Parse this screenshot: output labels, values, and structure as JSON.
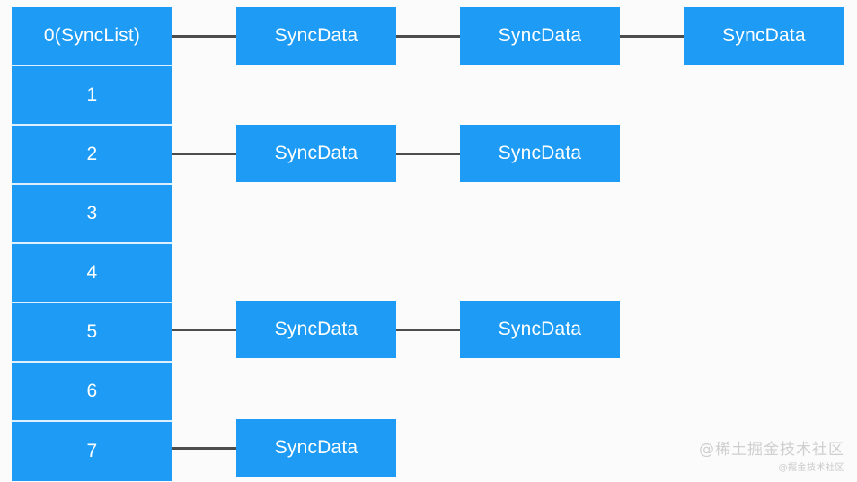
{
  "diagram": {
    "title": "SyncList hash bucket array with SyncData linked lists",
    "colors": {
      "background": "#fbfbfb",
      "box_fill": "#1e9cf5",
      "box_text": "#ffffff",
      "cell_divider": "#dff0fd",
      "link": "#4d4d4d",
      "watermark": "#cfcfcf"
    },
    "buckets": [
      {
        "label": "0(SyncList)",
        "index": 0
      },
      {
        "label": "1",
        "index": 1
      },
      {
        "label": "2",
        "index": 2
      },
      {
        "label": "3",
        "index": 3
      },
      {
        "label": "4",
        "index": 4
      },
      {
        "label": "5",
        "index": 5
      },
      {
        "label": "6",
        "index": 6
      },
      {
        "label": "7",
        "index": 7
      }
    ],
    "chains": [
      {
        "bucket": 0,
        "nodes": [
          {
            "label": "SyncData"
          },
          {
            "label": "SyncData"
          },
          {
            "label": "SyncData"
          }
        ]
      },
      {
        "bucket": 2,
        "nodes": [
          {
            "label": "SyncData"
          },
          {
            "label": "SyncData"
          }
        ]
      },
      {
        "bucket": 5,
        "nodes": [
          {
            "label": "SyncData"
          },
          {
            "label": "SyncData"
          }
        ]
      },
      {
        "bucket": 7,
        "nodes": [
          {
            "label": "SyncData"
          }
        ]
      }
    ]
  },
  "watermark": {
    "main": "@稀土掘金技术社区",
    "sub": "@掘金技术社区"
  }
}
